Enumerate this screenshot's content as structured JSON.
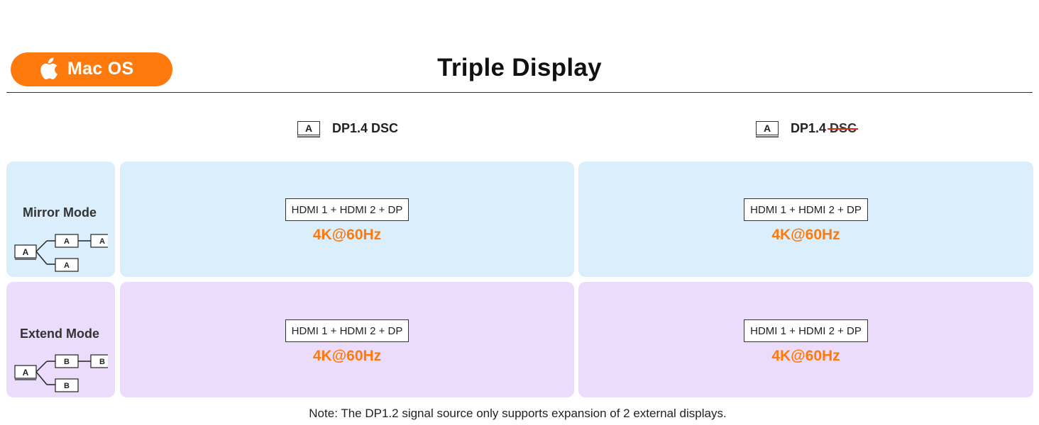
{
  "header": {
    "os_label": "Mac OS",
    "title": "Triple Display"
  },
  "columns": [
    {
      "port_letter": "A",
      "label": "DP1.4 DSC"
    },
    {
      "port_letter": "A",
      "label_prefix": "DP1.4",
      "struck_text": "DSC"
    }
  ],
  "rows": [
    {
      "mode": "Mirror Mode",
      "diagram": {
        "source": "A",
        "outputs": [
          "A",
          "A",
          "A"
        ]
      },
      "cells": [
        {
          "ports": "HDMI 1 + HDMI 2 + DP",
          "resolution": "4K@60Hz"
        },
        {
          "ports": "HDMI 1 + HDMI 2 + DP",
          "resolution": "4K@60Hz"
        }
      ]
    },
    {
      "mode": "Extend Mode",
      "diagram": {
        "source": "A",
        "outputs": [
          "B",
          "B",
          "B"
        ]
      },
      "cells": [
        {
          "ports": "HDMI 1 + HDMI 2 + DP",
          "resolution": "4K@60Hz"
        },
        {
          "ports": "HDMI 1 + HDMI 2 + DP",
          "resolution": "4K@60Hz"
        }
      ]
    }
  ],
  "note": "Note: The DP1.2 signal source only supports expansion of 2 external displays.",
  "colors": {
    "accent": "#ff7a0d",
    "mirror_bg": "#dbeefc",
    "extend_bg": "#ecdcfc",
    "strike": "#e0261b"
  }
}
